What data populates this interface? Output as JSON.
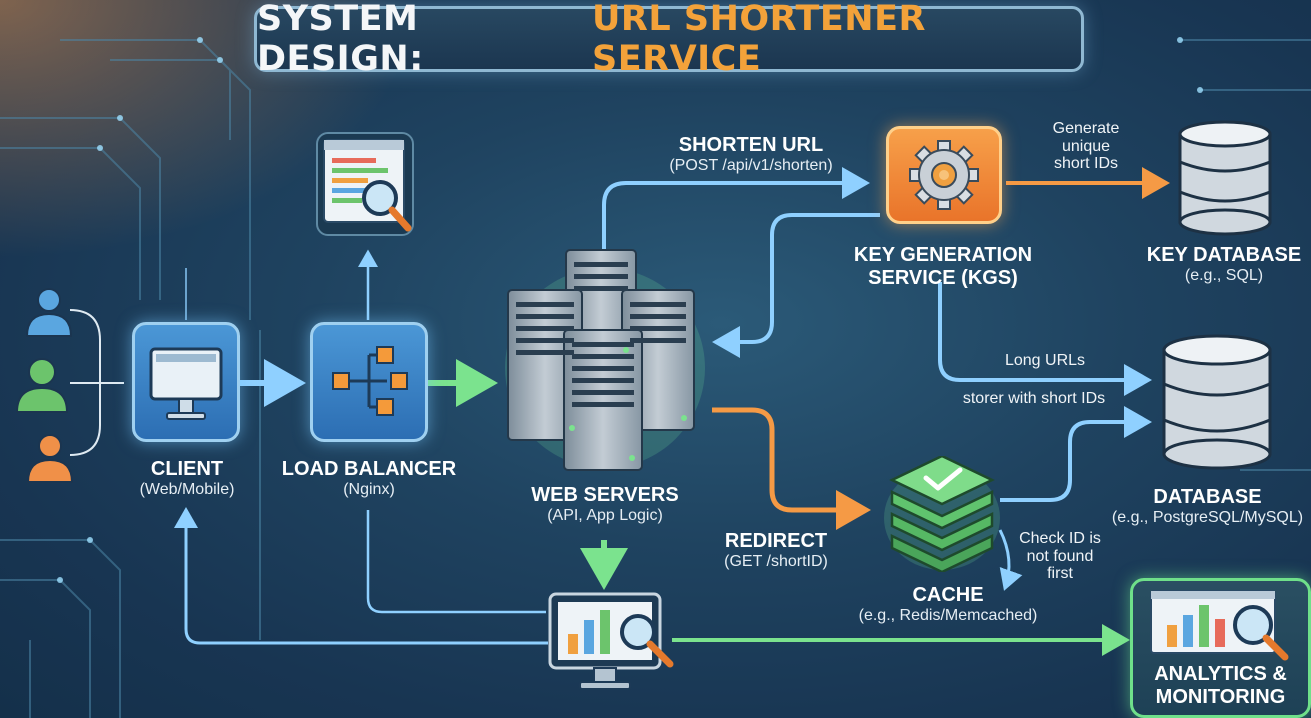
{
  "title": {
    "main": "SYSTEM DESIGN:",
    "accent": "URL SHORTENER SERVICE"
  },
  "nodes": {
    "client": {
      "label": "CLIENT",
      "sub": "(Web/Mobile)"
    },
    "load_balancer": {
      "label": "LOAD BALANCER",
      "sub": "(Nginx)"
    },
    "web_servers": {
      "label": "WEB SERVERS",
      "sub": "(API, App Logic)"
    },
    "kgs": {
      "label_line1": "KEY GENERATION",
      "label_line2": "SERVICE (KGS)"
    },
    "key_database": {
      "label": "KEY DATABASE",
      "sub": "(e.g., SQL)"
    },
    "database": {
      "label": "DATABASE",
      "sub": "(e.g., PostgreSQL/MySQL)"
    },
    "cache": {
      "label": "CACHE",
      "sub": "(e.g., Redis/Memcached)"
    },
    "analytics": {
      "label_line1": "ANALYTICS &",
      "label_line2": "MONITORING"
    }
  },
  "edges": {
    "shorten": {
      "label": "SHORTEN URL",
      "sub": "(POST /api/v1/shorten)"
    },
    "redirect": {
      "label": "REDIRECT",
      "sub": "(GET /shortID)"
    },
    "generate": {
      "line1": "Generate",
      "line2": "unique",
      "line3": "short IDs"
    },
    "long_urls": {
      "line1": "Long URLs",
      "line2": "storer with short IDs"
    },
    "check_id": {
      "line1": "Check ID is",
      "line2": "not found",
      "line3": "first"
    }
  },
  "colors": {
    "blue": "#8fd0ff",
    "green": "#7be38e",
    "orange": "#f59a45",
    "title_accent": "#f3a23a"
  }
}
